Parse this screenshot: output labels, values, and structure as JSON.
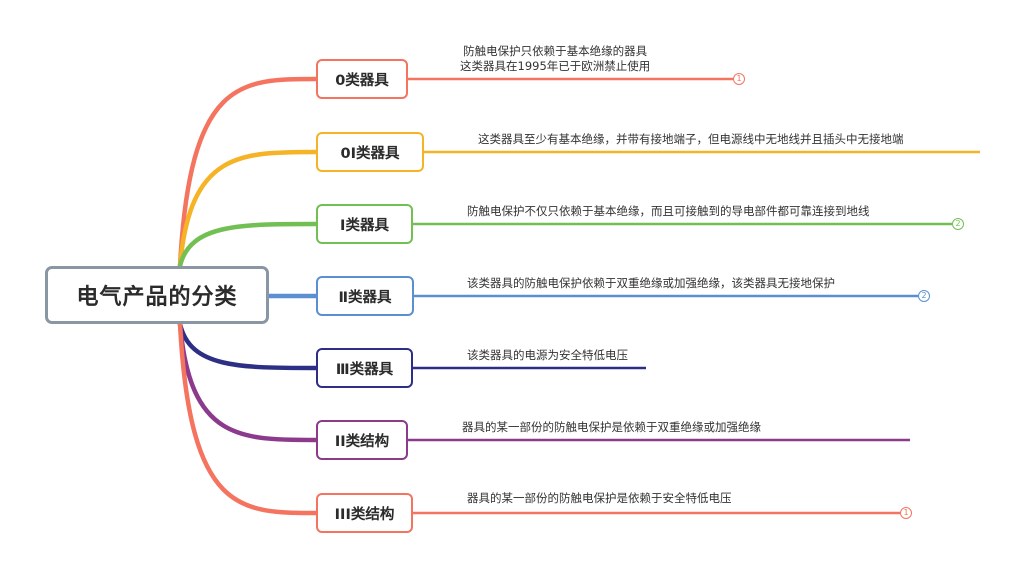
{
  "root": {
    "title": "电气产品的分类"
  },
  "branches": [
    {
      "label": "0类器具",
      "color": "#f47460",
      "desc": [
        "防触电保护只依赖于基本绝缘的器具",
        "这类器具在1995年已于欧洲禁止使用"
      ],
      "badge": "1"
    },
    {
      "label": "0Ⅰ类器具",
      "color": "#f5b325",
      "desc": [
        "这类器具至少有基本绝缘，并带有接地端子，但电源线中无地线并且插头中无接地端"
      ],
      "badge": ""
    },
    {
      "label": "Ⅰ类器具",
      "color": "#72bf53",
      "desc": [
        "防触电保护不仅只依赖于基本绝缘，而且可接触到的导电部件都可靠连接到地线"
      ],
      "badge": "2"
    },
    {
      "label": "Ⅱ类器具",
      "color": "#5b8fd1",
      "desc": [
        "该类器具的防触电保护依赖于双重绝缘或加强绝缘，该类器具无接地保护"
      ],
      "badge": "2"
    },
    {
      "label": "Ⅲ类器具",
      "color": "#2d2f86",
      "desc": [
        "该类器具的电源为安全特低电压"
      ],
      "badge": ""
    },
    {
      "label": "II类结构",
      "color": "#8c3a8c",
      "desc": [
        "器具的某一部份的防触电保护是依赖于双重绝缘或加强绝缘"
      ],
      "badge": ""
    },
    {
      "label": "III类结构",
      "color": "#f47460",
      "desc": [
        "器具的某一部份的防触电保护是依赖于安全特低电压"
      ],
      "badge": "1"
    }
  ]
}
